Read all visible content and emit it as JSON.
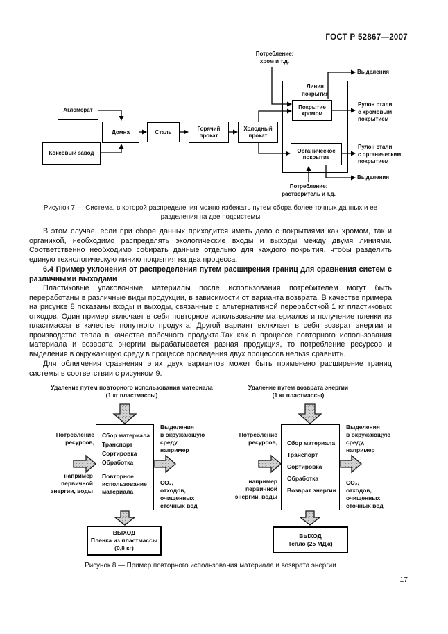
{
  "page": {
    "header": "ГОСТ Р 52867—2007",
    "page_number": "17"
  },
  "figure7": {
    "boxes": {
      "agglomerate": "Агломерат",
      "coke_plant": "Коксовый завод",
      "blast_furnace": "Домна",
      "steel": "Сталь",
      "hot_rolling": "Горячий прокат",
      "cold_rolling": "Холодный прокат",
      "coating_line": "Линия\nпокрытия",
      "chrome_coating": "Покрытие хромом",
      "organic_coating": "Органическое покрытие"
    },
    "labels": {
      "consumption_top": "Потребление:\nхром и т.д.",
      "emissions_top": "Выделения",
      "chrome_roll": "Рулон стали\nс хромовым\nпокрытием",
      "organic_roll": "Рулон стали\nс органическим\nпокрытием",
      "emissions_bottom": "Выделения",
      "consumption_bottom": "Потребление:\nрастворитель и т.д."
    },
    "caption": "Рисунок 7 — Система, в которой распределения можно избежать путем сбора более точных данных и ее разделения на две подсистемы"
  },
  "body": {
    "para1": "В этом случае, если при сборе данных приходится иметь дело с покрытиями как хромом, так и органикой, необходимо распределять экологические входы и выходы между двумя линиями. Соответственно необходимо собирать данные отдельно для каждого покрытия, чтобы разделить единую технологическую линию покрытия на два процесса.",
    "heading": "6.4 Пример уклонения от распределения путем расширения границ для сравнения систем с различными выходами",
    "para2": "Пластиковые упаковочные материалы после использования потребителем могут быть переработаны в различные виды продукции, в зависимости от варианта возврата. В качестве примера на рисунке 8 показаны входы и выходы, связанные с альтернативной переработкой 1 кг пластиковых отходов. Один пример включает в себя повторное использование материалов и получение пленки из пластмассы в качестве попутного продукта. Другой вариант включает в себя возврат энергии и производство тепла в качестве побочного продукта.Так как в процессе повторного использования материала и возврата энергии вырабатывается разная продукция, то потребление ресурсов и выделения в окружающую среду в процессе проведения двух процессов нельзя сравнить.",
    "para3": "Для облегчения сравнения этих двух вариантов может быть применено расширение границ системы в соответствии с рисунком 9."
  },
  "figure8": {
    "left": {
      "title": "Удаление путем повторного использования материала\n(1 кг пластмассы)",
      "input_label": "Потребление\nресурсов,",
      "input_example": "например\nпервичной\nэнергии, воды",
      "steps": [
        "Сбор материала",
        "Транспорт",
        "Сортировка",
        "Обработка",
        "Повторное использование материала"
      ],
      "output_label": "Выделения\nв окружающую\nсреду,\nнапример",
      "output_example": "CO₂,\nотходов,\nочищенных\nсточных вод",
      "result_heading": "ВЫХОД",
      "result_line1": "Пленка из пластмассы",
      "result_line2": "(0,8 кг)"
    },
    "right": {
      "title": "Удаление путем возврата энергии\n(1 кг пластмассы)",
      "input_label": "Потребление\nресурсов,",
      "input_example": "например\nпервичной\nэнергии, воды",
      "steps": [
        "Сбор материала",
        "Транспорт",
        "Сортировка",
        "Обработка",
        "Возврат энергии"
      ],
      "output_label": "Выделения\nв окружающую\nсреду,\nнапример",
      "output_example": "CO₂,\nотходов,\nочищенных\nсточных вод",
      "result_heading": "ВЫХОД",
      "result_line1": "Тепло (25 МДж)"
    },
    "caption": "Рисунок 8 — Пример повторного использования материала и возврата энергии"
  }
}
